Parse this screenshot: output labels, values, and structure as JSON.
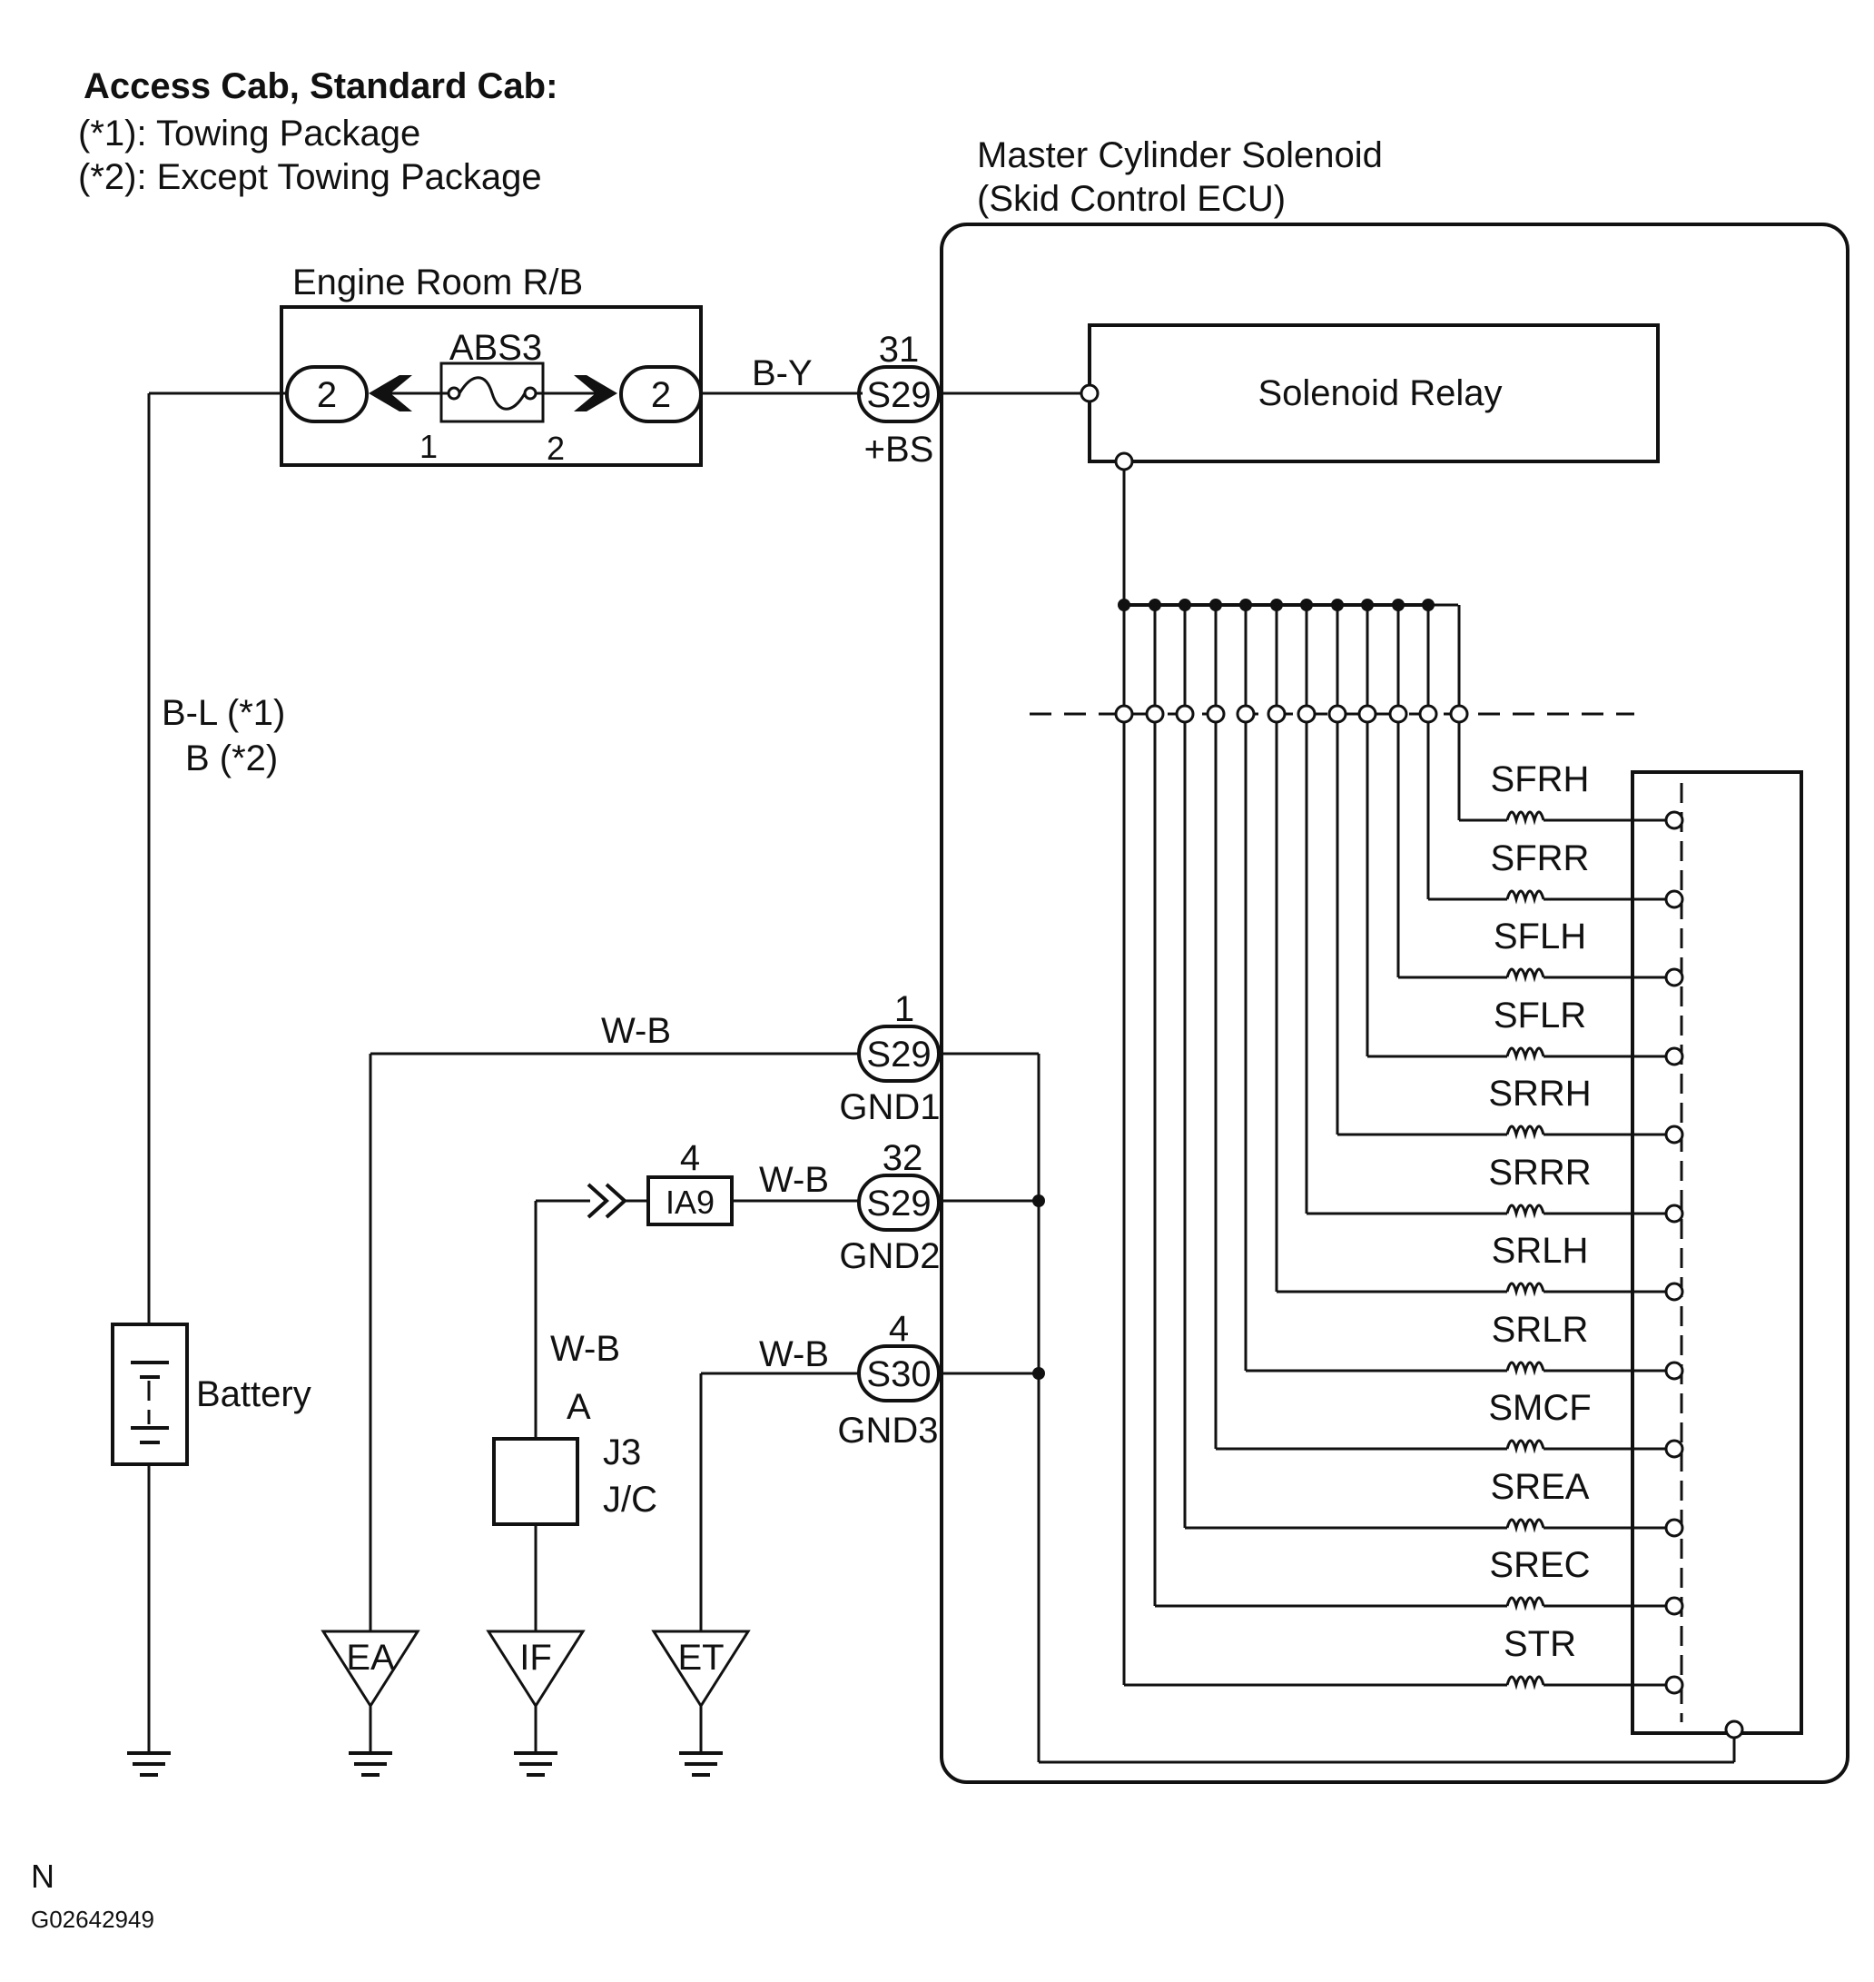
{
  "header": {
    "title": "Access Cab, Standard Cab:",
    "note1": "(*1): Towing Package",
    "note2": "(*2): Except Towing Package"
  },
  "ecu": {
    "title_line1": "Master Cylinder Solenoid",
    "title_line2": "(Skid Control ECU)",
    "relay_label": "Solenoid Relay",
    "solenoids": [
      "SFRH",
      "SFRR",
      "SFLH",
      "SFLR",
      "SRRH",
      "SRRR",
      "SRLH",
      "SRLR",
      "SMCF",
      "SREA",
      "SREC",
      "STR"
    ]
  },
  "relay_block": {
    "title": "Engine Room R/B",
    "fuse": "ABS3",
    "left_connector": "2",
    "right_connector": "2",
    "terminal_left": "1",
    "terminal_right": "2"
  },
  "connectors": {
    "bs": {
      "pin": "31",
      "id": "S29",
      "signal": "+BS",
      "wire": "B-Y"
    },
    "gnd1": {
      "pin": "1",
      "id": "S29",
      "signal": "GND1",
      "wire": "W-B"
    },
    "gnd2": {
      "pin": "32",
      "id": "S29",
      "signal": "GND2",
      "wire": "W-B"
    },
    "gnd3": {
      "pin": "4",
      "id": "S30",
      "signal": "GND3",
      "wire": "W-B"
    },
    "ia9": {
      "pin": "4",
      "id": "IA9"
    }
  },
  "battery": {
    "label": "Battery",
    "wire_line1": "B-L (*1)",
    "wire_line2": "B (*2)"
  },
  "junction": {
    "pin": "A",
    "id": "J3",
    "type": "J/C",
    "wire": "W-B"
  },
  "grounds": [
    "EA",
    "IF",
    "ET"
  ],
  "footer": {
    "mark": "N",
    "code": "G02642949"
  }
}
